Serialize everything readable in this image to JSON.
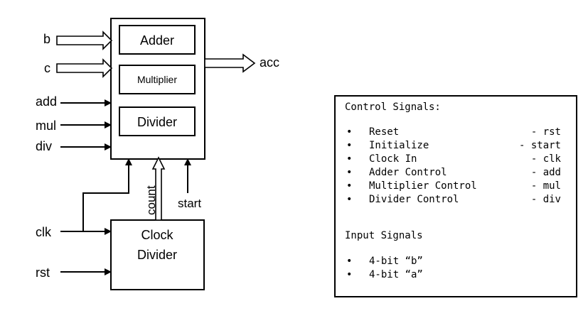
{
  "block_diagram": {
    "alu_units": {
      "adder": "Adder",
      "multiplier": "Multiplier",
      "divider": "Divider"
    },
    "clock_divider": {
      "line1": "Clock",
      "line2": "Divider"
    },
    "signals": {
      "b": "b",
      "c": "c",
      "add": "add",
      "mul": "mul",
      "div": "div",
      "clk": "clk",
      "rst": "rst",
      "count": "count",
      "start": "start",
      "acc": "acc"
    }
  },
  "legend": {
    "control_heading": "Control Signals:",
    "control_items": [
      {
        "name": "Reset",
        "signal": "- rst"
      },
      {
        "name": "Initialize",
        "signal": "- start"
      },
      {
        "name": "Clock In",
        "signal": "- clk"
      },
      {
        "name": "Adder Control",
        "signal": "- add"
      },
      {
        "name": "Multiplier Control",
        "signal": "- mul"
      },
      {
        "name": "Divider Control",
        "signal": "- div"
      }
    ],
    "input_heading": "Input Signals",
    "input_items": [
      {
        "name": "4-bit “b”"
      },
      {
        "name": "4-bit “a”"
      }
    ],
    "bullet": "•"
  }
}
